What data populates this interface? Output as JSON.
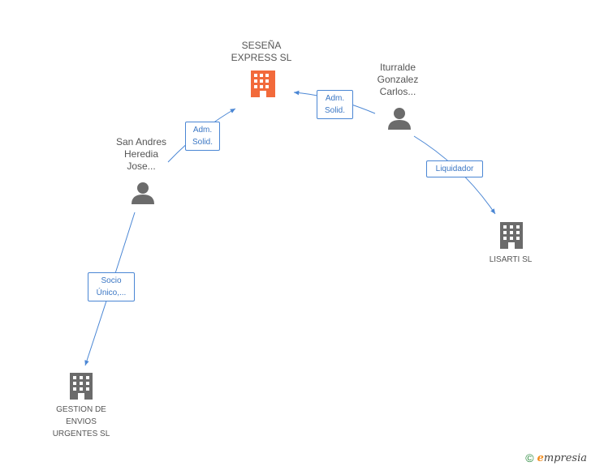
{
  "nodes": {
    "company_main": {
      "lines": [
        "SESEÑA",
        "EXPRESS SL"
      ]
    },
    "person_san_andres": {
      "lines": [
        "San Andres",
        "Heredia",
        "Jose..."
      ]
    },
    "person_iturralde": {
      "lines": [
        "Iturralde",
        "Gonzalez",
        "Carlos..."
      ]
    },
    "company_lisarti": {
      "lines": [
        "LISARTI SL"
      ]
    },
    "company_gestion": {
      "lines": [
        "GESTION DE",
        "ENVIOS",
        "URGENTES SL"
      ]
    }
  },
  "edges": {
    "san_andres_to_main": {
      "lines": [
        "Adm.",
        "Solid."
      ]
    },
    "iturralde_to_main": {
      "lines": [
        "Adm.",
        "Solid."
      ]
    },
    "iturralde_to_lisarti": {
      "lines": [
        "Liquidador"
      ]
    },
    "san_andres_to_gestion": {
      "lines": [
        "Socio",
        "Único,..."
      ]
    }
  },
  "colors": {
    "main_company": "#f26a3b",
    "company": "#6b6b6b",
    "person": "#6b6b6b",
    "edge": "#4a86d4"
  },
  "footer": {
    "copyright": "©",
    "brand_initial": "e",
    "brand_rest": "mpresia"
  }
}
